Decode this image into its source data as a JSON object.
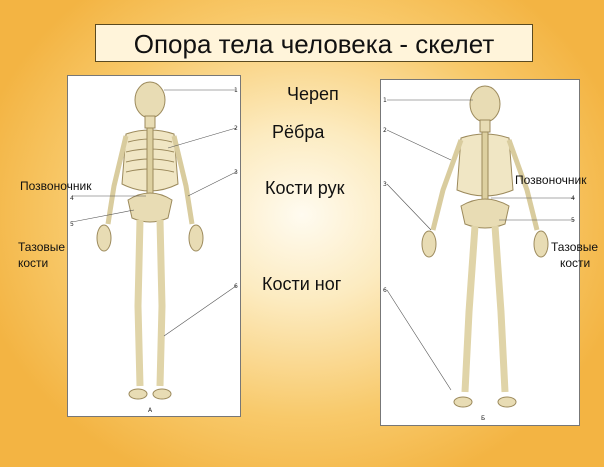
{
  "title": "Опора тела человека  - скелет",
  "labels": {
    "skull": "Череп",
    "ribs": "Рёбра",
    "arm_bones": "Кости рук",
    "leg_bones": "Кости ног",
    "spine_left": "Позвоночник",
    "pelvis_left_1": "Тазовые",
    "pelvis_left_2": "кости",
    "spine_right": "Позвоночник",
    "pelvis_right_1": "Тазовые",
    "pelvis_right_2": "кости"
  },
  "front_figure": {
    "numbers": [
      "1",
      "2",
      "3",
      "4",
      "5",
      "6"
    ],
    "caption": "А"
  },
  "back_figure": {
    "numbers": [
      "1",
      "2",
      "3",
      "4",
      "5",
      "6"
    ],
    "caption": "Б"
  }
}
